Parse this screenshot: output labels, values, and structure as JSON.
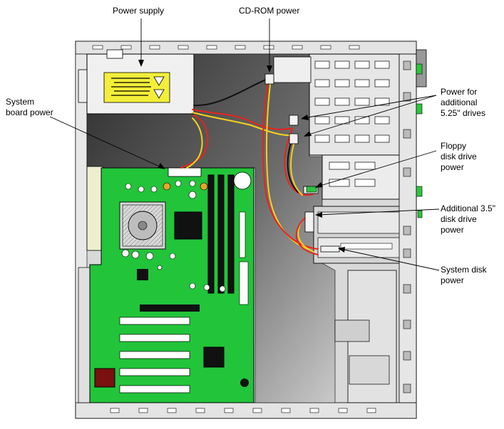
{
  "labels": {
    "power_supply": "Power supply",
    "cdrom_power": "CD-ROM power",
    "system_board_power": "System\nboard power",
    "power_525": "Power for\nadditional\n5.25\" drives",
    "floppy_power": "Floppy\ndisk drive\npower",
    "additional_35_power": "Additional 3.5\"\ndisk drive\npower",
    "system_disk_power": "System disk\npower"
  },
  "colors": {
    "board_green": "#22c43a",
    "chassis_gray": "#d9d9d9",
    "cavity_dark": "#3a3a3a",
    "psu_label_yellow": "#f3ee3a",
    "cable_red": "#e8231c",
    "cable_yellow": "#f4d21c",
    "cable_black": "#111111"
  }
}
